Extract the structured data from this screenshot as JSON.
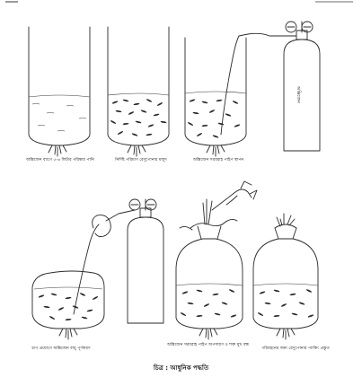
{
  "header": {
    "page_number": "",
    "running_title": ""
  },
  "captions": {
    "step1": "অক্সিজেন ব্যাগে ৫-৬ লিটার পরিষ্কার পানি",
    "step2": "নির্দিষ্ট পরিমাণ রেণুপোনার মজুদ",
    "step3": "অক্সিজেন সরবরাহ পাইপ স্থাপন",
    "step4": "চাপ প্রয়োগে অক্সিজেন বায়ু পূর্ণকরণ",
    "step5": "অক্সিজেন সরবরাহ পাইপ অপসারণ ও শক্ত মুখ বন্ধ",
    "step6": "পরিবহনের জন্য রেণুপোনার প্যাকিং প্রস্তুত"
  },
  "cylinder_label": "অক্সিজেন",
  "figure_caption": "চিত্র : আধুনিক পদ্ধতি"
}
